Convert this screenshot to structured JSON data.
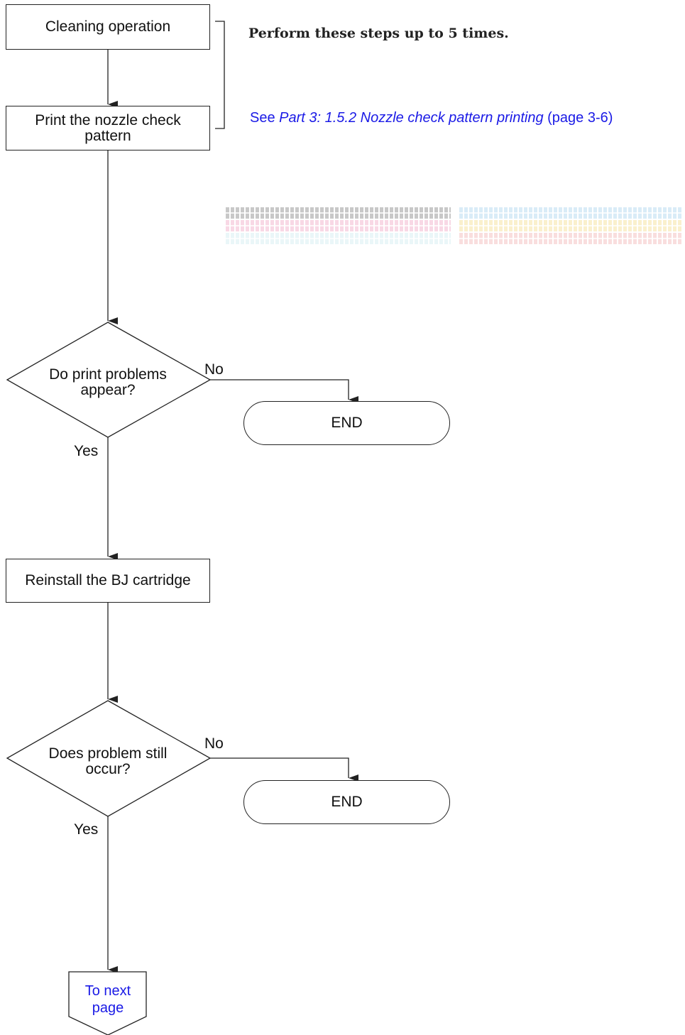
{
  "steps": {
    "cleaning": "Cleaning operation",
    "print_nozzle": "Print the nozzle check pattern",
    "reinstall": "Reinstall the BJ cartridge"
  },
  "decisions": {
    "d1": {
      "question": "Do print problems appear?",
      "no": "No",
      "yes": "Yes",
      "end": "END"
    },
    "d2": {
      "question": "Does problem still occur?",
      "no": "No",
      "yes": "Yes",
      "end": "END"
    }
  },
  "notes": {
    "repeat": "Perform these steps up to 5 times.",
    "see_prefix": "See ",
    "see_ref": "Part 3: 1.5.2 Nozzle check pattern printing",
    "see_page": " (page 3-6)"
  },
  "next": "To next page",
  "colors": {
    "link": "#1a1ae6",
    "pattern_black": "#9a9a9a",
    "pattern_magenta": "#f2b8cf",
    "pattern_cyan": "#d9eef2",
    "pattern_lightcyan": "#b9dcf0",
    "pattern_yellow": "#f6e4a4",
    "pattern_red": "#f4c2c2"
  }
}
